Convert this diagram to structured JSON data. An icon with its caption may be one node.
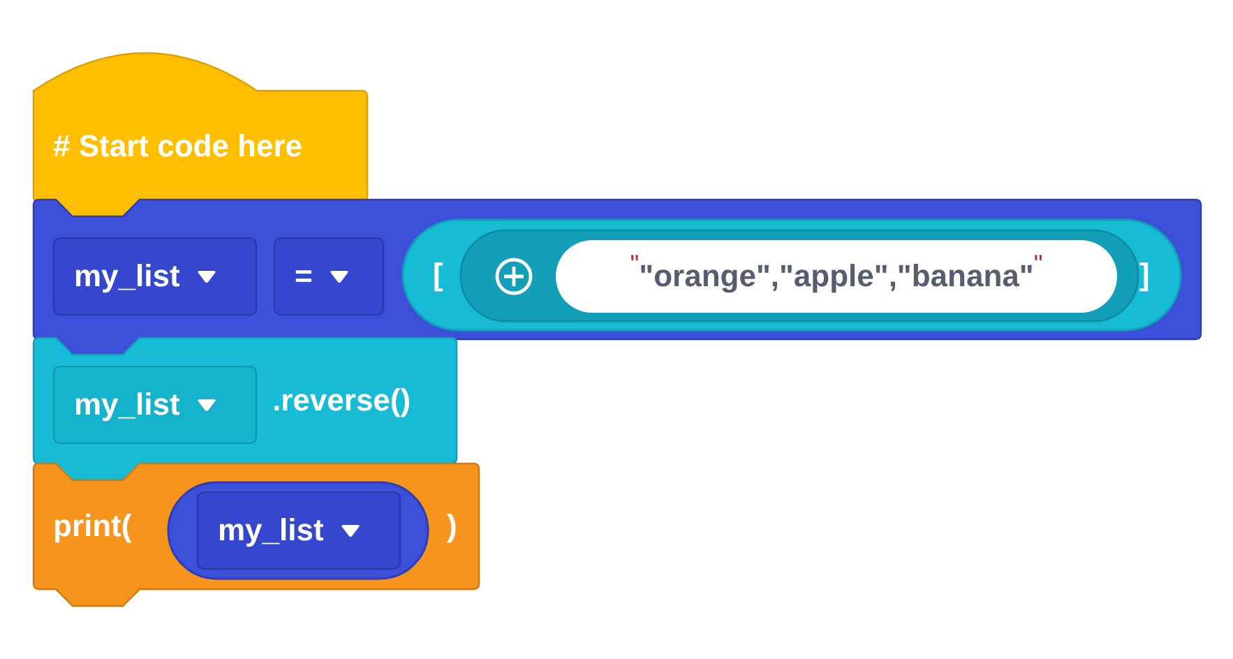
{
  "diagram": {
    "nodes": [
      {
        "text": [
          "# Start code here"
        ]
      },
      {
        "text": [],
        "shape": "box"
      },
      {
        "text": [
          "my_list"
        ],
        "in": 1
      },
      {
        "text": [
          "="
        ],
        "in": 1
      },
      {
        "text": [
          "[",
          "]"
        ],
        "in": 1
      },
      {
        "text": [
          "\"",
          "\"orange\",\"apple\",\"banana\"",
          "\""
        ],
        "in": 4
      },
      {
        "text": [
          ".reverse()"
        ]
      },
      {
        "text": [
          "my_list"
        ],
        "in": 6
      },
      {
        "text": [
          "print(",
          ")"
        ]
      },
      {
        "text": [],
        "shape": "box",
        "in": 8
      },
      {
        "text": [
          "my_list"
        ],
        "in": 9
      }
    ]
  }
}
